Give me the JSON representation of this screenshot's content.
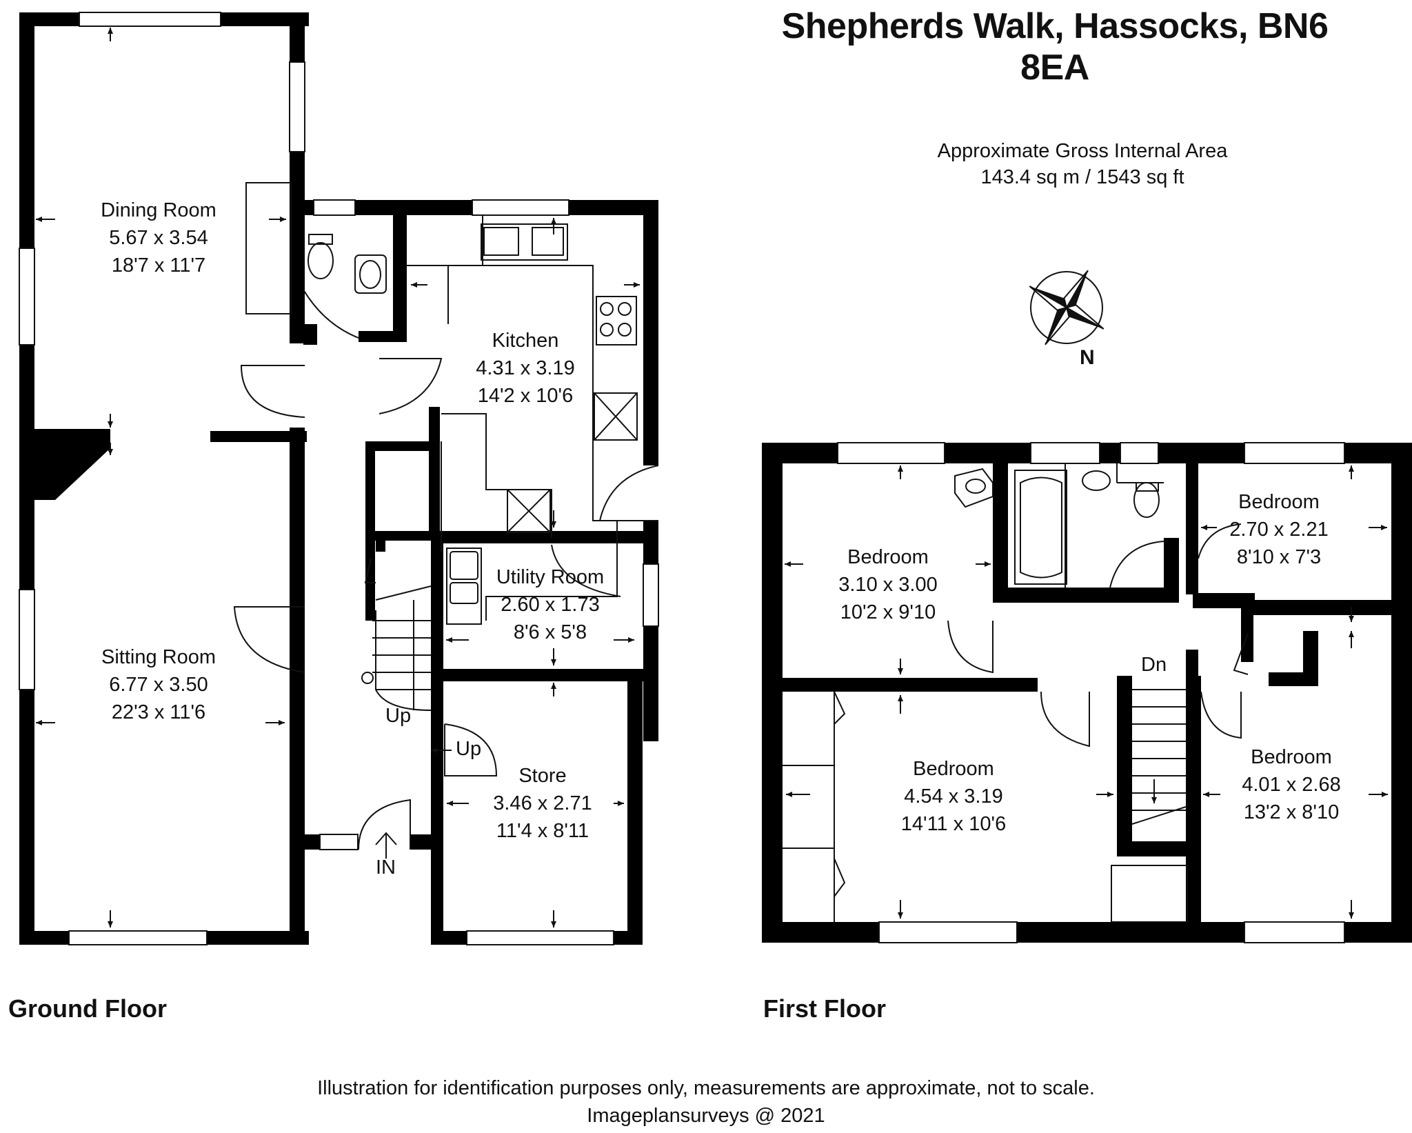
{
  "title": "Shepherds Walk, Hassocks, BN6 8EA",
  "gross_area": {
    "label": "Approximate Gross Internal Area",
    "value": "143.4 sq m / 1543 sq ft"
  },
  "compass": {
    "north_label": "N"
  },
  "ground_floor": {
    "label": "Ground Floor",
    "rooms": [
      {
        "name": "Dining Room",
        "metric": "5.67 x 3.54",
        "imperial": "18'7 x 11'7"
      },
      {
        "name": "Kitchen",
        "metric": "4.31 x 3.19",
        "imperial": "14'2 x 10'6"
      },
      {
        "name": "Utility Room",
        "metric": "2.60 x 1.73",
        "imperial": "8'6 x 5'8"
      },
      {
        "name": "Sitting Room",
        "metric": "6.77 x 3.50",
        "imperial": "22'3 x 11'6"
      },
      {
        "name": "Store",
        "metric": "3.46 x 2.71",
        "imperial": "11'4 x 8'11"
      }
    ],
    "stair_up_1": "Up",
    "stair_up_2": "Up",
    "entrance": "IN"
  },
  "first_floor": {
    "label": "First Floor",
    "rooms": [
      {
        "name": "Bedroom",
        "metric": "3.10 x 3.00",
        "imperial": "10'2 x 9'10"
      },
      {
        "name": "Bedroom",
        "metric": "2.70 x 2.21",
        "imperial": "8'10 x 7'3"
      },
      {
        "name": "Bedroom",
        "metric": "4.54 x 3.19",
        "imperial": "14'11 x 10'6"
      },
      {
        "name": "Bedroom",
        "metric": "4.01 x 2.68",
        "imperial": "13'2 x 8'10"
      }
    ],
    "stair_down": "Dn"
  },
  "footer": {
    "disclaimer": "Illustration for identification purposes only, measurements are approximate, not to scale.",
    "copyright": "Imageplansurveys @ 2021"
  }
}
